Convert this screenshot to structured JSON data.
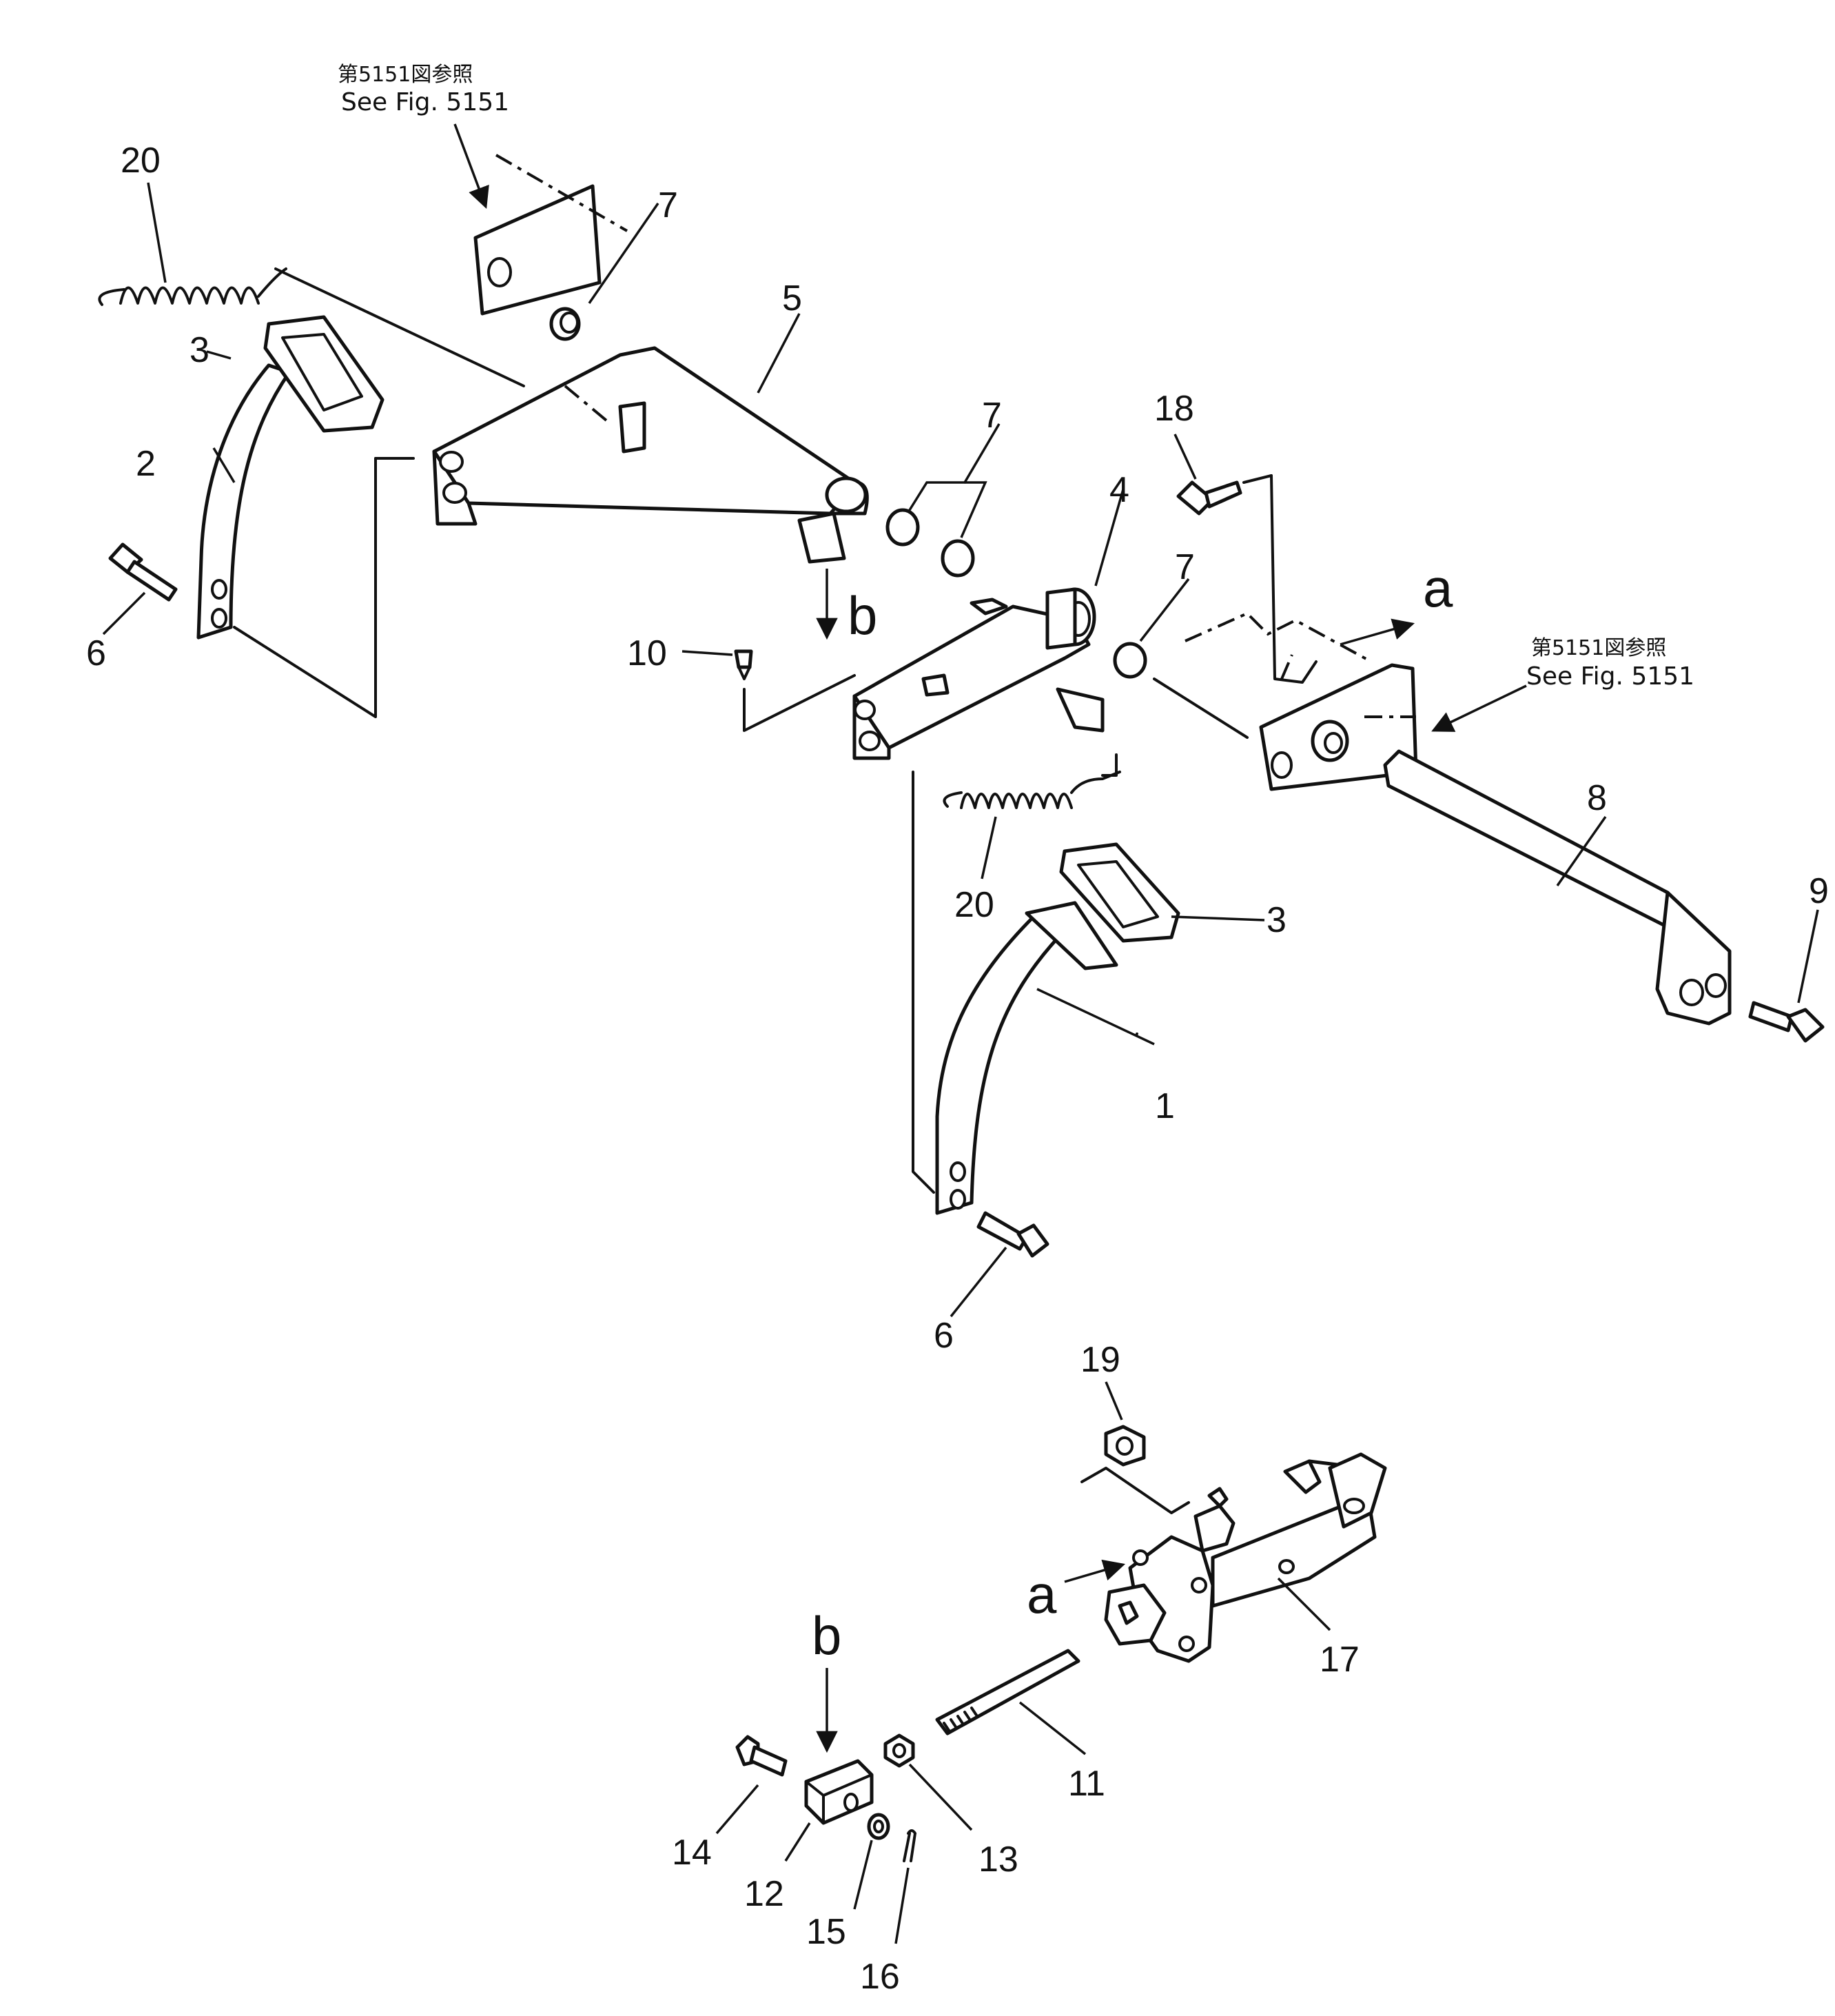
{
  "figure_refs": [
    {
      "jp": "第5151図参照",
      "en": "See Fig. 5151"
    },
    {
      "jp": "第5151図参照",
      "en": "See Fig. 5151"
    }
  ],
  "part_labels": {
    "p1": "1",
    "p2": "2",
    "p3a": "3",
    "p3b": "3",
    "p4": "4",
    "p5": "5",
    "p6a": "6",
    "p6b": "6",
    "p7a": "7",
    "p7b": "7",
    "p7c": "7",
    "p8": "8",
    "p9": "9",
    "p10": "10",
    "p11": "11",
    "p12": "12",
    "p13": "13",
    "p14": "14",
    "p15": "15",
    "p16": "16",
    "p17": "17",
    "p18": "18",
    "p19": "19",
    "p20a": "20",
    "p20b": "20"
  },
  "view_letters": {
    "a1": "a",
    "a2": "a",
    "b1": "b",
    "b2": "b"
  }
}
